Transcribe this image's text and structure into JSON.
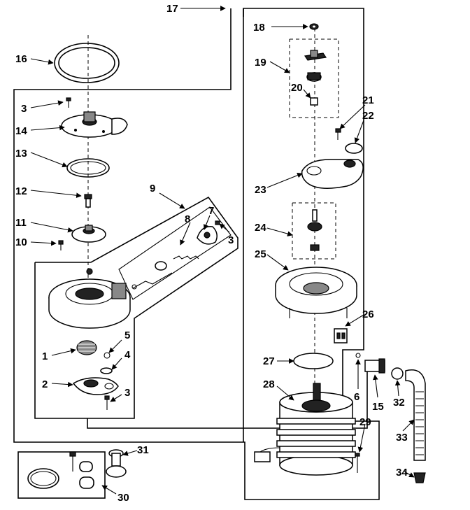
{
  "callouts": {
    "c1": "1",
    "c2": "2",
    "c3a": "3",
    "c3b": "3",
    "c3c": "3",
    "c4": "4",
    "c5": "5",
    "c6": "6",
    "c7": "7",
    "c8": "8",
    "c9": "9",
    "c10": "10",
    "c11": "11",
    "c12": "12",
    "c13": "13",
    "c14": "14",
    "c15": "15",
    "c16": "16",
    "c17": "17",
    "c18": "18",
    "c19": "19",
    "c20": "20",
    "c21": "21",
    "c22": "22",
    "c23": "23",
    "c24": "24",
    "c25": "25",
    "c26": "26",
    "c27": "27",
    "c28": "28",
    "c29": "29",
    "c30": "30",
    "c31": "31",
    "c32": "32",
    "c33": "33",
    "c34": "34"
  }
}
